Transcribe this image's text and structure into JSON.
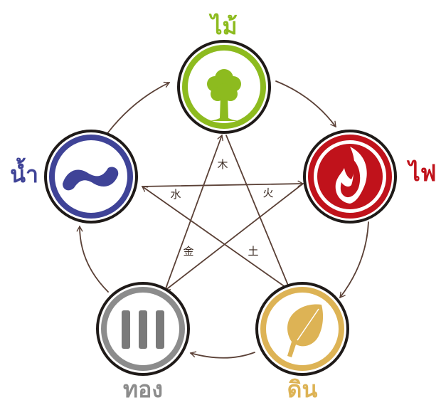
{
  "elements": {
    "wood": {
      "label": "ไม้",
      "symbol": "tree-icon",
      "color": "#8dbb1f"
    },
    "fire": {
      "label": "ไฟ",
      "symbol": "flame-icon",
      "color": "#c0121b"
    },
    "earth": {
      "label": "ดิน",
      "symbol": "leaf-icon",
      "color": "#ddb355"
    },
    "metal": {
      "label": "ทอง",
      "symbol": "bars-icon",
      "color": "#8c8c8c"
    },
    "water": {
      "label": "น้ำ",
      "symbol": "wave-icon",
      "color": "#3f4397"
    }
  },
  "star_labels": {
    "wood": "木",
    "fire": "火",
    "earth": "土",
    "metal": "金",
    "water": "水"
  },
  "colors": {
    "arrow": "#5a4036",
    "ring": "#1f1a18",
    "bars": "#7a7a7a",
    "fire_white": "#ffffff"
  }
}
